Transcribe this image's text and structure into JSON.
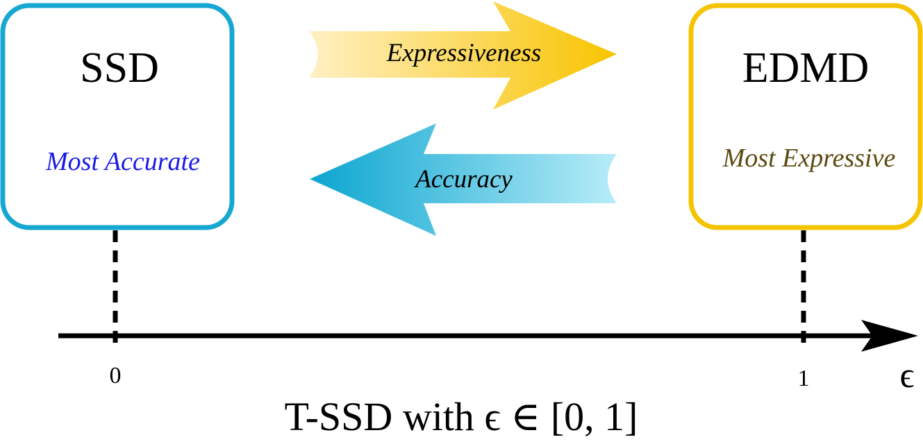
{
  "boxes": {
    "left": {
      "title": "SSD",
      "subtitle": "Most Accurate",
      "border_color": "#16a8d2",
      "subtitle_color": "#1a1ae6"
    },
    "right": {
      "title": "EDMD",
      "subtitle": "Most Expressive",
      "border_color": "#f5c400",
      "subtitle_color": "#5c4a10"
    }
  },
  "arrows": {
    "top": {
      "label": "Expressiveness",
      "direction": "right",
      "color_light": "#fff0c4",
      "color_dark": "#f8c400"
    },
    "bottom": {
      "label": "Accuracy",
      "direction": "left",
      "color_light": "#b8ecf8",
      "color_dark": "#0ba5d0"
    }
  },
  "axis": {
    "tick_left": "0",
    "tick_right": "1",
    "variable": "ϵ",
    "caption": "T-SSD with ϵ ∈ [0, 1]"
  }
}
